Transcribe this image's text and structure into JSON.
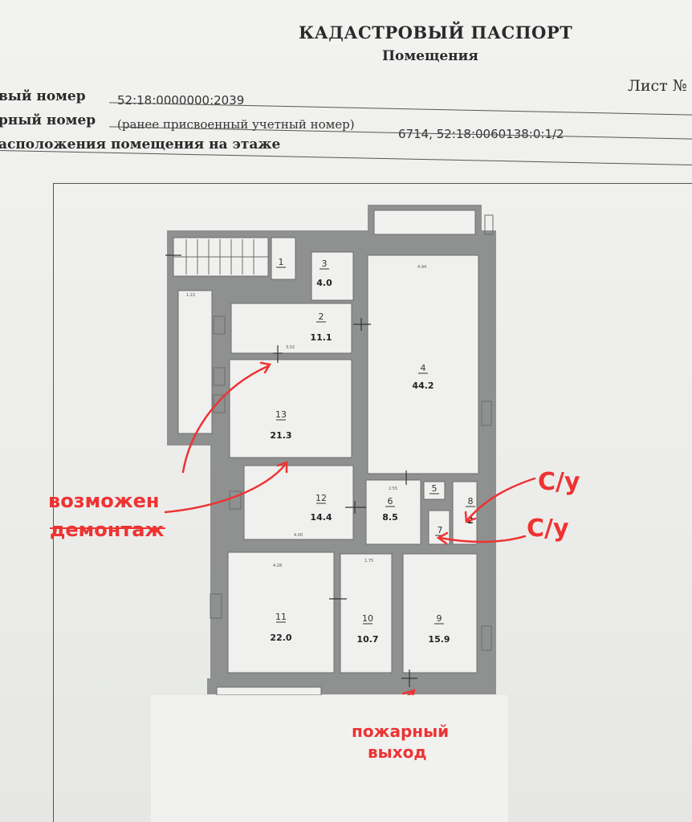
{
  "header": {
    "title": "КАДАСТРОВЫЙ ПАСПОРТ",
    "subtitle": "Помещения",
    "sheet": "Лист №",
    "row_cadastral_label": "вый номер",
    "row_cadastral_value": "52:18:0000000:2039",
    "row_inventory_label": "рный номер",
    "row_inventory_note": "(ранее присвоенный учетный номер)",
    "row_inventory_value": "6714, 52:18:0060138:0:1/2",
    "row_location_label": "асположения помещения на этаже"
  },
  "rooms": [
    {
      "num": "1",
      "area": ""
    },
    {
      "num": "2",
      "area": "11.1"
    },
    {
      "num": "3",
      "area": "4.0"
    },
    {
      "num": "4",
      "area": "44.2"
    },
    {
      "num": "5",
      "area": ""
    },
    {
      "num": "6",
      "area": "8.5"
    },
    {
      "num": "7",
      "area": ""
    },
    {
      "num": "8",
      "area": "2"
    },
    {
      "num": "9",
      "area": "15.9"
    },
    {
      "num": "10",
      "area": "10.7"
    },
    {
      "num": "11",
      "area": "22.0"
    },
    {
      "num": "12",
      "area": "14.4"
    },
    {
      "num": "13",
      "area": "21.3"
    }
  ],
  "annotations": {
    "demolition_line1": "возможен",
    "demolition_line2": "демонтаж",
    "wc_1": "С/у",
    "wc_2": "С/у",
    "fire_exit_line1": "пожарный",
    "fire_exit_line2": "выход",
    "color": "#ee3333"
  }
}
